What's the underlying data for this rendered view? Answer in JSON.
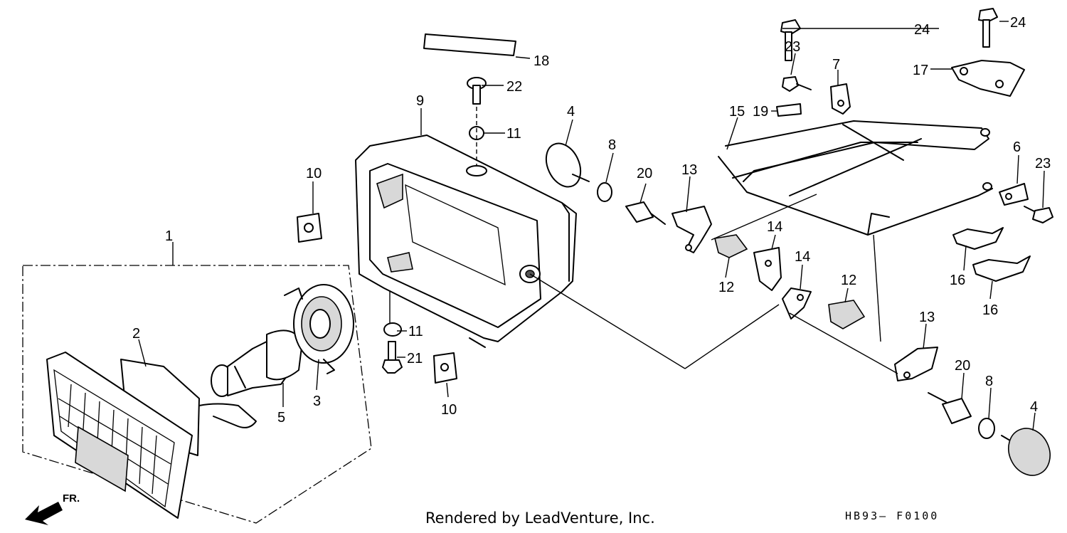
{
  "diagram": {
    "callouts": {
      "c1": "1",
      "c2": "2",
      "c3": "3",
      "c4a": "4",
      "c4b": "4",
      "c5": "5",
      "c6": "6",
      "c7": "7",
      "c8a": "8",
      "c8b": "8",
      "c9": "9",
      "c10a": "10",
      "c10b": "10",
      "c11a": "11",
      "c11b": "11",
      "c12a": "12",
      "c12b": "12",
      "c13a": "13",
      "c13b": "13",
      "c14a": "14",
      "c14b": "14",
      "c15": "15",
      "c16a": "16",
      "c16b": "16",
      "c17": "17",
      "c18": "18",
      "c19": "19",
      "c20a": "20",
      "c20b": "20",
      "c21": "21",
      "c22": "22",
      "c23a": "23",
      "c23b": "23",
      "c24a": "24",
      "c24b": "24"
    },
    "front_indicator": "FR."
  },
  "footer": {
    "credit": "Rendered by LeadVenture, Inc.",
    "code": "HB93— F0100"
  }
}
